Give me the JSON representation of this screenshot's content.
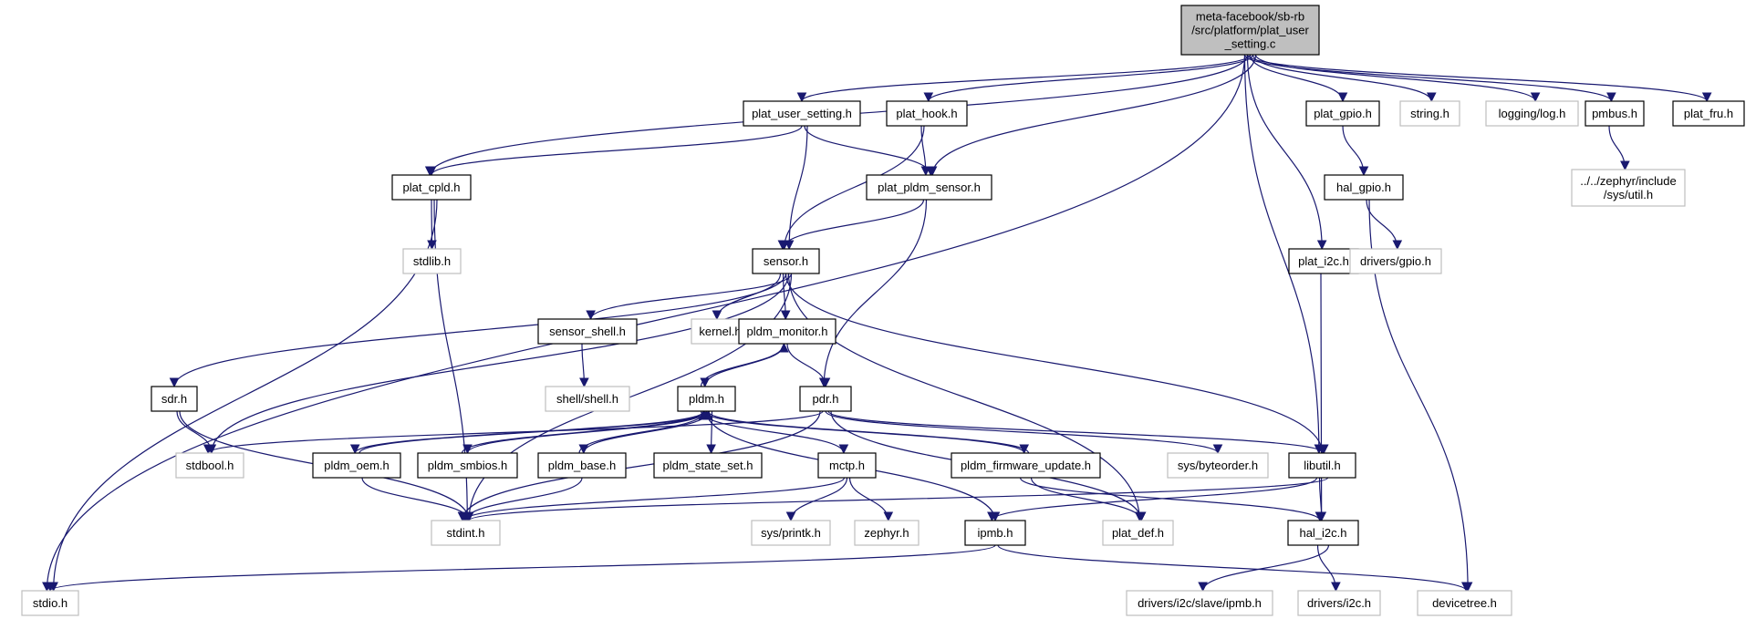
{
  "title": "meta-facebook/sb-rb/src/platform/plat_user_setting.c include dependency graph",
  "colors": {
    "edge": "#191970",
    "internal_border": "#000000",
    "external_border": "#bfbfbf",
    "root_fill": "#bfbfbf"
  },
  "nodes": {
    "root": {
      "lines": [
        "meta-facebook/sb-rb",
        "/src/platform/plat_user",
        "_setting.c"
      ],
      "kind": "root"
    },
    "plat_user_setting_h": {
      "lines": [
        "plat_user_setting.h"
      ],
      "kind": "internal"
    },
    "plat_hook_h": {
      "lines": [
        "plat_hook.h"
      ],
      "kind": "internal"
    },
    "plat_gpio_h": {
      "lines": [
        "plat_gpio.h"
      ],
      "kind": "internal"
    },
    "string_h": {
      "lines": [
        "string.h"
      ],
      "kind": "external"
    },
    "logging_log_h": {
      "lines": [
        "logging/log.h"
      ],
      "kind": "external"
    },
    "pmbus_h": {
      "lines": [
        "pmbus.h"
      ],
      "kind": "internal"
    },
    "plat_fru_h": {
      "lines": [
        "plat_fru.h"
      ],
      "kind": "internal"
    },
    "plat_cpld_h": {
      "lines": [
        "plat_cpld.h"
      ],
      "kind": "internal"
    },
    "plat_pldm_sensor_h": {
      "lines": [
        "plat_pldm_sensor.h"
      ],
      "kind": "internal"
    },
    "hal_gpio_h": {
      "lines": [
        "hal_gpio.h"
      ],
      "kind": "internal"
    },
    "zephyr_util_h": {
      "lines": [
        "../../zephyr/include",
        "/sys/util.h"
      ],
      "kind": "external"
    },
    "stdlib_h": {
      "lines": [
        "stdlib.h"
      ],
      "kind": "external"
    },
    "sensor_h": {
      "lines": [
        "sensor.h"
      ],
      "kind": "internal"
    },
    "plat_i2c_h": {
      "lines": [
        "plat_i2c.h"
      ],
      "kind": "internal"
    },
    "drivers_gpio_h": {
      "lines": [
        "drivers/gpio.h"
      ],
      "kind": "external"
    },
    "sensor_shell_h": {
      "lines": [
        "sensor_shell.h"
      ],
      "kind": "internal"
    },
    "kernel_h": {
      "lines": [
        "kernel.h"
      ],
      "kind": "external"
    },
    "pldm_monitor_h": {
      "lines": [
        "pldm_monitor.h"
      ],
      "kind": "internal"
    },
    "shell_shell_h": {
      "lines": [
        "shell/shell.h"
      ],
      "kind": "external"
    },
    "sdr_h": {
      "lines": [
        "sdr.h"
      ],
      "kind": "internal"
    },
    "pldm_h": {
      "lines": [
        "pldm.h"
      ],
      "kind": "internal"
    },
    "pdr_h": {
      "lines": [
        "pdr.h"
      ],
      "kind": "internal"
    },
    "stdbool_h": {
      "lines": [
        "stdbool.h"
      ],
      "kind": "external"
    },
    "pldm_oem_h": {
      "lines": [
        "pldm_oem.h"
      ],
      "kind": "internal"
    },
    "pldm_smbios_h": {
      "lines": [
        "pldm_smbios.h"
      ],
      "kind": "internal"
    },
    "pldm_base_h": {
      "lines": [
        "pldm_base.h"
      ],
      "kind": "internal"
    },
    "pldm_state_set_h": {
      "lines": [
        "pldm_state_set.h"
      ],
      "kind": "internal"
    },
    "mctp_h": {
      "lines": [
        "mctp.h"
      ],
      "kind": "internal"
    },
    "pldm_firmware_update_h": {
      "lines": [
        "pldm_firmware_update.h"
      ],
      "kind": "internal"
    },
    "sys_byteorder_h": {
      "lines": [
        "sys/byteorder.h"
      ],
      "kind": "external"
    },
    "libutil_h": {
      "lines": [
        "libutil.h"
      ],
      "kind": "internal"
    },
    "stdint_h": {
      "lines": [
        "stdint.h"
      ],
      "kind": "external"
    },
    "sys_printk_h": {
      "lines": [
        "sys/printk.h"
      ],
      "kind": "external"
    },
    "zephyr_h": {
      "lines": [
        "zephyr.h"
      ],
      "kind": "external"
    },
    "plat_def_h": {
      "lines": [
        "plat_def.h"
      ],
      "kind": "external"
    },
    "hal_i2c_h": {
      "lines": [
        "hal_i2c.h"
      ],
      "kind": "internal"
    },
    "ipmb_h": {
      "lines": [
        "ipmb.h"
      ],
      "kind": "internal"
    },
    "stdio_h": {
      "lines": [
        "stdio.h"
      ],
      "kind": "external"
    },
    "devicetree_h": {
      "lines": [
        "devicetree.h"
      ],
      "kind": "external"
    },
    "drivers_i2c_slave_ipmb_h": {
      "lines": [
        "drivers/i2c/slave/ipmb.h"
      ],
      "kind": "external"
    },
    "drivers_i2c_h": {
      "lines": [
        "drivers/i2c.h"
      ],
      "kind": "external"
    }
  },
  "edges": [
    [
      "root",
      "stdio_h"
    ],
    [
      "root",
      "plat_cpld_h"
    ],
    [
      "root",
      "plat_user_setting_h"
    ],
    [
      "root",
      "plat_hook_h"
    ],
    [
      "root",
      "plat_pldm_sensor_h"
    ],
    [
      "root",
      "libutil_h"
    ],
    [
      "root",
      "plat_i2c_h"
    ],
    [
      "root",
      "plat_gpio_h"
    ],
    [
      "root",
      "string_h"
    ],
    [
      "root",
      "logging_log_h"
    ],
    [
      "root",
      "pmbus_h"
    ],
    [
      "root",
      "plat_fru_h"
    ],
    [
      "plat_user_setting_h",
      "plat_cpld_h"
    ],
    [
      "plat_user_setting_h",
      "plat_pldm_sensor_h"
    ],
    [
      "plat_user_setting_h",
      "sensor_h"
    ],
    [
      "plat_hook_h",
      "plat_pldm_sensor_h"
    ],
    [
      "plat_hook_h",
      "sensor_h"
    ],
    [
      "plat_cpld_h",
      "stdlib_h"
    ],
    [
      "plat_cpld_h",
      "stdint_h"
    ],
    [
      "plat_cpld_h",
      "stdio_h"
    ],
    [
      "plat_pldm_sensor_h",
      "sensor_h"
    ],
    [
      "plat_pldm_sensor_h",
      "pdr_h"
    ],
    [
      "plat_gpio_h",
      "hal_gpio_h"
    ],
    [
      "hal_gpio_h",
      "drivers_gpio_h"
    ],
    [
      "hal_gpio_h",
      "devicetree_h"
    ],
    [
      "pmbus_h",
      "zephyr_util_h"
    ],
    [
      "plat_i2c_h",
      "hal_i2c_h"
    ],
    [
      "sensor_h",
      "sdr_h"
    ],
    [
      "sensor_h",
      "stdbool_h"
    ],
    [
      "sensor_h",
      "sensor_shell_h"
    ],
    [
      "sensor_h",
      "kernel_h"
    ],
    [
      "sensor_h",
      "pldm_monitor_h"
    ],
    [
      "sensor_h",
      "libutil_h"
    ],
    [
      "sensor_h",
      "plat_def_h"
    ],
    [
      "sensor_h",
      "stdint_h"
    ],
    [
      "sensor_shell_h",
      "shell_shell_h"
    ],
    [
      "pldm_monitor_h",
      "pldm_h"
    ],
    [
      "pldm_monitor_h",
      "pdr_h"
    ],
    [
      "sdr_h",
      "stdbool_h"
    ],
    [
      "sdr_h",
      "stdint_h"
    ],
    [
      "pldm_h",
      "pldm_monitor_h"
    ],
    [
      "pldm_h",
      "pldm_oem_h"
    ],
    [
      "pldm_h",
      "pldm_smbios_h"
    ],
    [
      "pldm_h",
      "pldm_base_h"
    ],
    [
      "pldm_h",
      "pldm_state_set_h"
    ],
    [
      "pldm_h",
      "mctp_h"
    ],
    [
      "pldm_h",
      "pldm_firmware_update_h"
    ],
    [
      "pldm_h",
      "ipmb_h"
    ],
    [
      "pldm_oem_h",
      "pldm_h"
    ],
    [
      "pldm_oem_h",
      "stdint_h"
    ],
    [
      "pldm_smbios_h",
      "pldm_h"
    ],
    [
      "pldm_base_h",
      "pldm_h"
    ],
    [
      "pldm_base_h",
      "stdint_h"
    ],
    [
      "pldm_firmware_update_h",
      "pldm_h"
    ],
    [
      "pldm_firmware_update_h",
      "plat_def_h"
    ],
    [
      "pldm_firmware_update_h",
      "hal_i2c_h"
    ],
    [
      "pdr_h",
      "stdbool_h"
    ],
    [
      "pdr_h",
      "sys_byteorder_h"
    ],
    [
      "pdr_h",
      "libutil_h"
    ],
    [
      "pdr_h",
      "plat_def_h"
    ],
    [
      "pdr_h",
      "stdint_h"
    ],
    [
      "mctp_h",
      "stdint_h"
    ],
    [
      "mctp_h",
      "sys_printk_h"
    ],
    [
      "mctp_h",
      "zephyr_h"
    ],
    [
      "libutil_h",
      "stdint_h"
    ],
    [
      "libutil_h",
      "ipmb_h"
    ],
    [
      "libutil_h",
      "hal_i2c_h"
    ],
    [
      "ipmb_h",
      "stdio_h"
    ],
    [
      "ipmb_h",
      "devicetree_h"
    ],
    [
      "hal_i2c_h",
      "drivers_i2c_slave_ipmb_h"
    ],
    [
      "hal_i2c_h",
      "drivers_i2c_h"
    ]
  ]
}
